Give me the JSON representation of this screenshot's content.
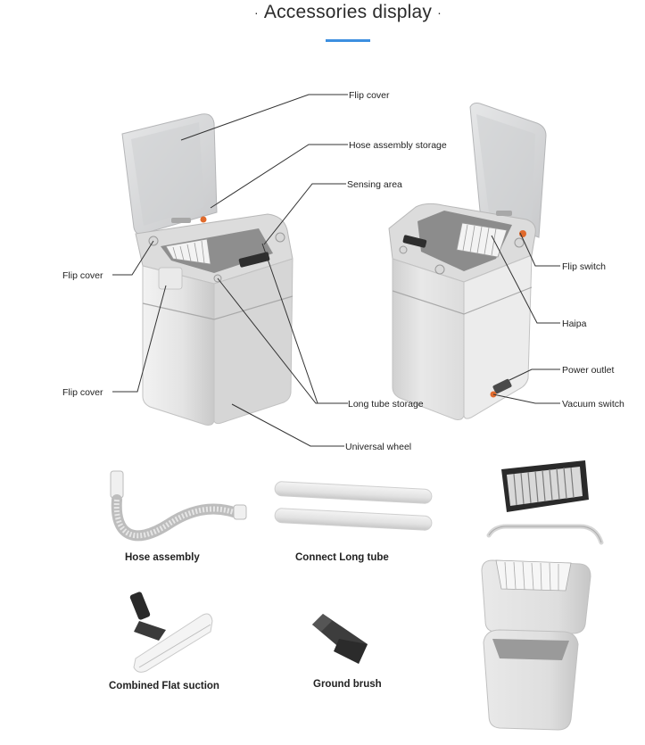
{
  "header": {
    "title": "Accessories display",
    "dot_left": "·",
    "dot_right": "·"
  },
  "callouts": {
    "flip_cover_top": "Flip cover",
    "hose_assembly_storage": "Hose assembly storage",
    "sensing_area": "Sensing area",
    "flip_cover_left_upper": "Flip cover",
    "flip_cover_left_lower": "Flip cover",
    "long_tube_storage": "Long tube storage",
    "universal_wheel": "Universal wheel",
    "flip_switch": "Flip switch",
    "haipa": "Haipa",
    "power_outlet": "Power outlet",
    "vacuum_switch": "Vacuum switch"
  },
  "accessories": {
    "hose_assembly": "Hose assembly",
    "connect_long_tube": "Connect Long tube",
    "combined_flat_suction": "Combined Flat suction",
    "ground_brush": "Ground brush"
  },
  "colors": {
    "accent": "#3d8fe0",
    "body": "#e6e6e6",
    "body_shade": "#cfcfcf",
    "lid": "#d9dadb",
    "dark": "#333333",
    "orange": "#e06a2c"
  }
}
